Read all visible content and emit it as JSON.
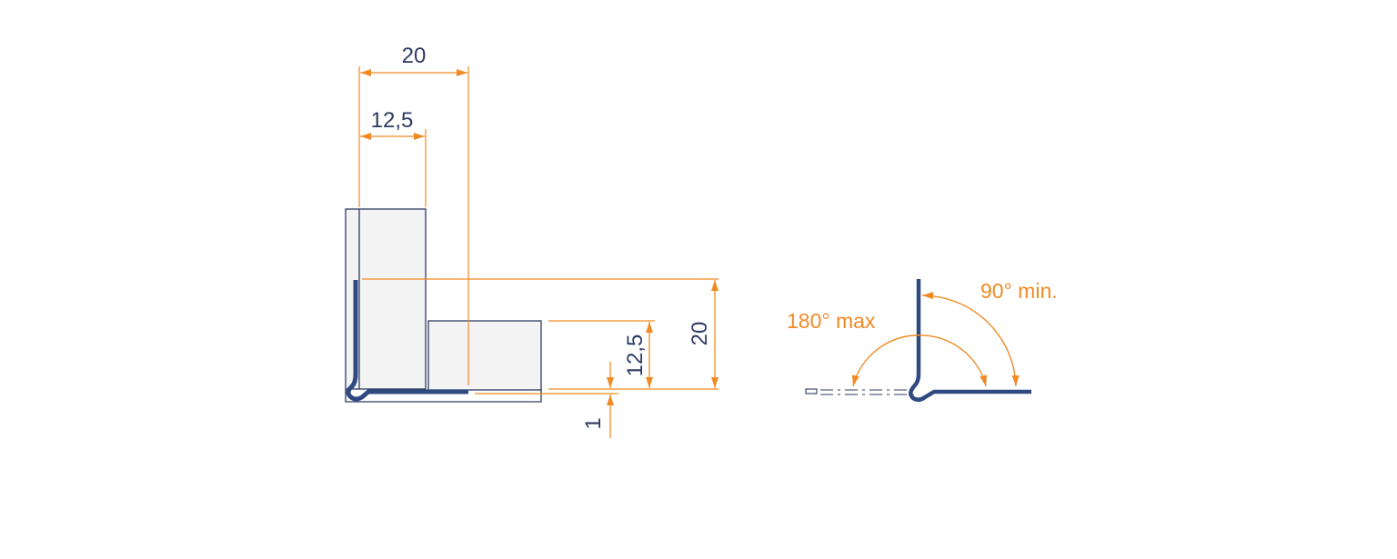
{
  "colors": {
    "profile": "#2e4a80",
    "outline": "#2e3a63",
    "dimension": "#f08a24",
    "fill": "#f3f3f3",
    "text": "#2e3a63"
  },
  "left_view": {
    "dimensions": {
      "top_overall": "20",
      "top_inner": "12,5",
      "right_inner": "12,5",
      "right_overall": "20",
      "thickness": "1"
    }
  },
  "right_view": {
    "angles": {
      "max_label": "180° max",
      "min_label": "90° min."
    }
  }
}
